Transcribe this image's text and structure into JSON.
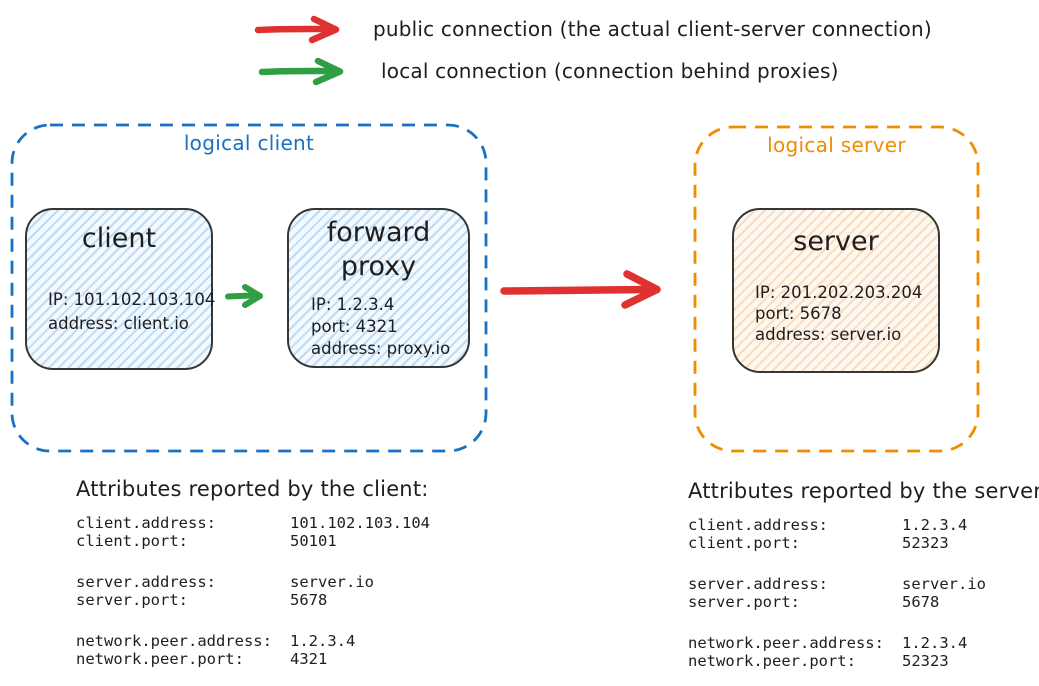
{
  "legend": {
    "public": {
      "label": "public connection (the actual client-server connection)",
      "color": "#e03131"
    },
    "local": {
      "label": "local connection (connection behind proxies)",
      "color": "#2f9e44"
    }
  },
  "diagram": {
    "logical_client": {
      "label": "logical client",
      "border_color": "#1971c2",
      "client_node": {
        "title": "client",
        "fill": "#d7eafb",
        "lines": [
          "IP: 101.102.103.104",
          "address: client.io"
        ]
      },
      "proxy_node": {
        "title": "forward proxy",
        "fill": "#d7eafb",
        "lines": [
          "IP: 1.2.3.4",
          "port: 4321",
          "address: proxy.io"
        ]
      }
    },
    "logical_server": {
      "label": "logical server",
      "border_color": "#f08c00",
      "server_node": {
        "title": "server",
        "fill": "#fbe8d2",
        "lines": [
          "IP: 201.202.203.204",
          "port: 5678",
          "address: server.io"
        ]
      }
    }
  },
  "attributes": {
    "client": {
      "title": "Attributes reported by the client:",
      "rows": [
        {
          "key": "client.address:",
          "value": "101.102.103.104"
        },
        {
          "key": "client.port:",
          "value": "50101"
        },
        {
          "key": "server.address:",
          "value": "server.io"
        },
        {
          "key": "server.port:",
          "value": "5678"
        },
        {
          "key": "network.peer.address:",
          "value": "1.2.3.4"
        },
        {
          "key": "network.peer.port:",
          "value": "4321"
        }
      ]
    },
    "server": {
      "title": "Attributes reported by the server:",
      "rows": [
        {
          "key": "client.address:",
          "value": "1.2.3.4"
        },
        {
          "key": "client.port:",
          "value": "52323"
        },
        {
          "key": "server.address:",
          "value": "server.io"
        },
        {
          "key": "server.port:",
          "value": "5678"
        },
        {
          "key": "network.peer.address:",
          "value": "1.2.3.4"
        },
        {
          "key": "network.peer.port:",
          "value": "52323"
        }
      ]
    }
  },
  "colors": {
    "public_connection": "#e03131",
    "local_connection": "#2f9e44",
    "logical_client_border": "#1971c2",
    "logical_server_border": "#f08c00",
    "text": "#1e1e1e"
  }
}
